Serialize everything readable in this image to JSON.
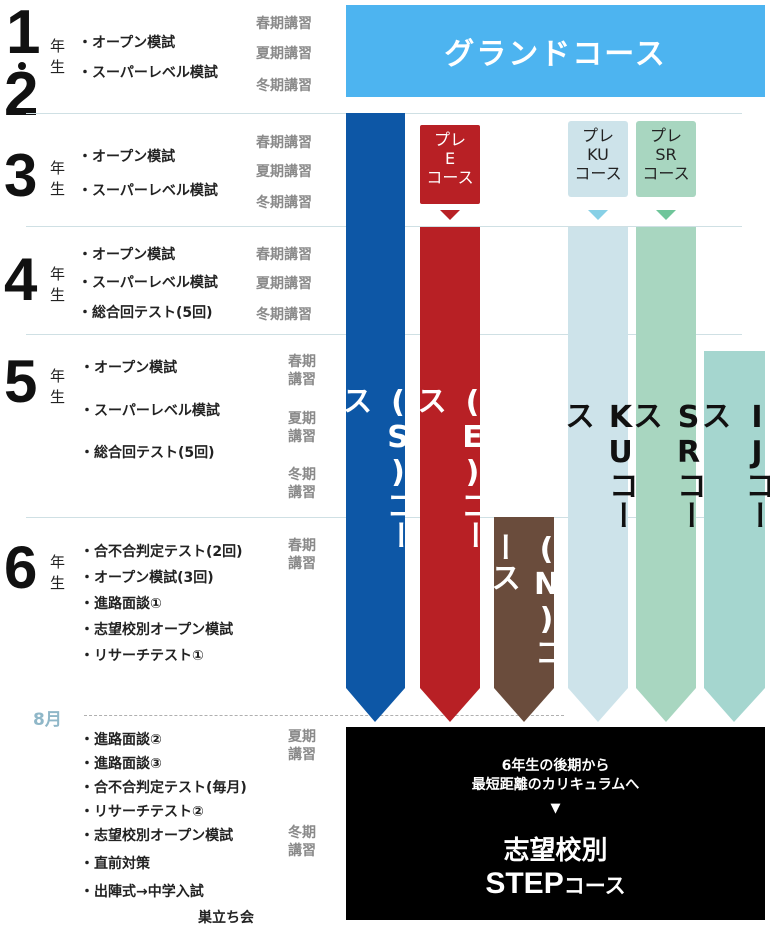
{
  "grades": [
    {
      "numerals": [
        "1",
        "2"
      ],
      "label": "年生"
    },
    {
      "numerals": [
        "3"
      ],
      "label": "年生"
    },
    {
      "numerals": [
        "4"
      ],
      "label": "年生"
    },
    {
      "numerals": [
        "5"
      ],
      "label": "年生"
    },
    {
      "numerals": [
        "6"
      ],
      "label": "年生"
    }
  ],
  "items": {
    "g12": [
      "・オープン模試",
      "・スーパーレベル模試"
    ],
    "g3": [
      "・オープン模試",
      "・スーパーレベル模試"
    ],
    "g4": [
      "・オープン模試",
      "・スーパーレベル模試",
      "・総合回テスト(5回)"
    ],
    "g5": [
      "・オープン模試",
      "・スーパーレベル模試",
      "・総合回テスト(5回)"
    ],
    "g6": [
      "・合不合判定テスト(2回)",
      "・オープン模試(3回)",
      "・進路面談①",
      "・志望校別オープン模試",
      "・リサーチテスト①"
    ],
    "g6late": [
      "・進路面談②",
      "・進路面談③",
      "・合不合判定テスト(毎月)",
      "・リサーチテスト②",
      "・志望校別オープン模試",
      "・直前対策",
      "・出陣式→中学入試",
      "巣立ち会"
    ]
  },
  "terms": {
    "spring": "春期講習",
    "summer": "夏期講習",
    "winter": "冬期講習",
    "spring_split": [
      "春期",
      "講習"
    ],
    "summer_split": [
      "夏期",
      "講習"
    ],
    "winter_split": [
      "冬期",
      "講習"
    ]
  },
  "month_marker": "8月",
  "courses": {
    "grand": {
      "label": "グランドコース",
      "color": "#4db4f0"
    },
    "s": {
      "label": "(S)コース",
      "color": "#0d57a6"
    },
    "e": {
      "label": "(E)コース",
      "color": "#b82025"
    },
    "n": {
      "label": "(N)コース",
      "color": "#6a4c3c"
    },
    "ku": {
      "label": "KUコース",
      "color": "#cde3ea"
    },
    "sr": {
      "label": "SRコース",
      "color": "#a8d6c0"
    },
    "ij": {
      "label": "IJコース",
      "color": "#a5d6cf"
    },
    "pre_e": {
      "lines": [
        "プレ",
        "E",
        "コース"
      ]
    },
    "pre_ku": {
      "lines": [
        "プレ",
        "KU",
        "コース"
      ]
    },
    "pre_sr": {
      "lines": [
        "プレ",
        "SR",
        "コース"
      ]
    }
  },
  "step": {
    "intro_lines": [
      "6年生の後期から",
      "最短距離のカリキュラムへ"
    ],
    "arrow": "▼",
    "title_line1": "志望校別",
    "title_line2_latin": "STEP",
    "title_line2_kana": "コース",
    "color": "#000000"
  }
}
